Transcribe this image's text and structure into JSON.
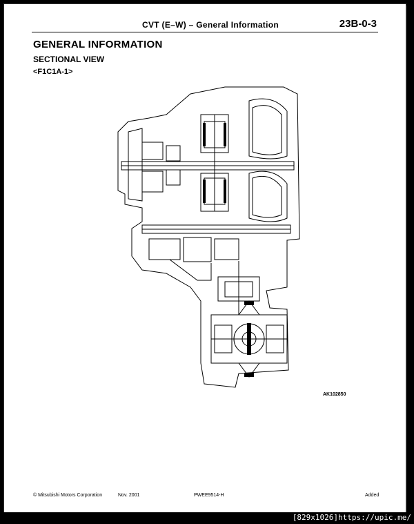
{
  "header": {
    "title": "CVT (E–W) – General Information",
    "page_number": "23B-0-3"
  },
  "content": {
    "heading": "GENERAL INFORMATION",
    "subheading": "SECTIONAL VIEW",
    "model_code": "<F1C1A-1>",
    "figure_code": "AK102850"
  },
  "footer": {
    "copyright": "© Mitsubishi Motors Corporation",
    "date": "Nov. 2001",
    "document_code": "PWEE9514-H",
    "status": "Added"
  },
  "watermark": "[829x1026]https://upic.me/"
}
